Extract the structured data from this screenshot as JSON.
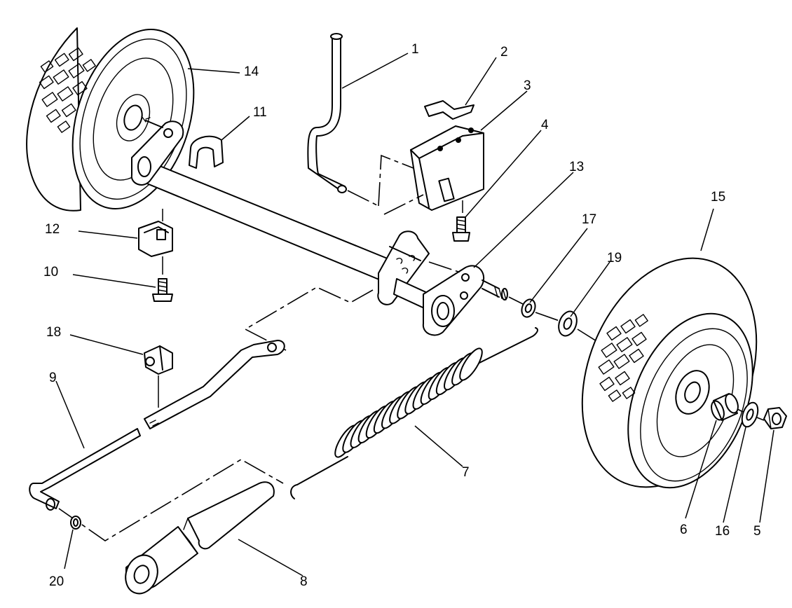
{
  "callouts": [
    {
      "id": "p1",
      "text": "1"
    },
    {
      "id": "p2",
      "text": "2"
    },
    {
      "id": "p3",
      "text": "3"
    },
    {
      "id": "p4",
      "text": "4"
    },
    {
      "id": "p5",
      "text": "5"
    },
    {
      "id": "p6",
      "text": "6"
    },
    {
      "id": "p7",
      "text": "7"
    },
    {
      "id": "p8",
      "text": "8"
    },
    {
      "id": "p9",
      "text": "9"
    },
    {
      "id": "p10",
      "text": "10"
    },
    {
      "id": "p11",
      "text": "11"
    },
    {
      "id": "p12",
      "text": "12"
    },
    {
      "id": "p13",
      "text": "13"
    },
    {
      "id": "p14",
      "text": "14"
    },
    {
      "id": "p15",
      "text": "15"
    },
    {
      "id": "p16",
      "text": "16"
    },
    {
      "id": "p17",
      "text": "17"
    },
    {
      "id": "p18",
      "text": "18"
    },
    {
      "id": "p19",
      "text": "19"
    },
    {
      "id": "p20",
      "text": "20"
    }
  ]
}
